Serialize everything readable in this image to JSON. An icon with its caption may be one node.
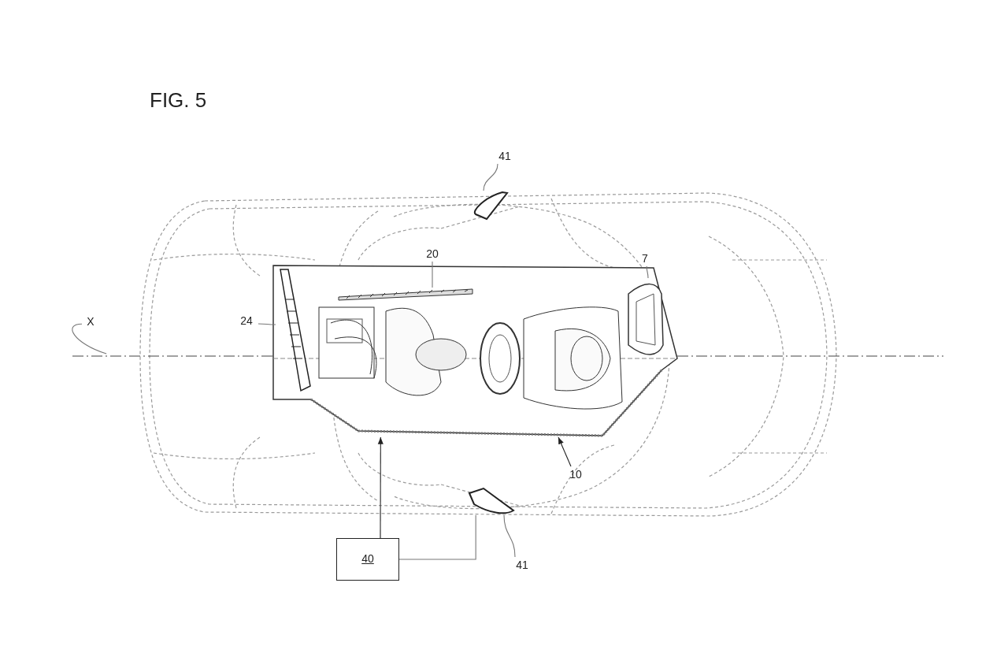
{
  "diagram": {
    "title": "FIG. 5",
    "nodes": [
      {
        "text": [
          "41"
        ]
      },
      {
        "text": [],
        "shape": "picture"
      },
      {
        "text": [
          "20"
        ]
      },
      {
        "text": [
          "7"
        ]
      },
      {
        "text": [
          "24"
        ]
      },
      {
        "text": [
          "X"
        ]
      },
      {
        "text": [],
        "shape": "line"
      },
      {
        "text": [],
        "shape": "picture"
      },
      {
        "text": [],
        "shape": "picture",
        "in": 7
      },
      {
        "text": [],
        "shape": "picture",
        "in": 7
      },
      {
        "text": [],
        "shape": "picture",
        "in": 7
      },
      {
        "text": [
          "10"
        ]
      },
      {
        "text": [],
        "shape": "picture"
      },
      {
        "text": [
          "41"
        ]
      },
      {
        "text": [
          "40"
        ]
      }
    ],
    "edges": [
      {
        "from": 0,
        "to": 1,
        "arrow": "none"
      },
      {
        "from": 2,
        "to": 9,
        "arrow": "none"
      },
      {
        "from": 3,
        "to": 10,
        "arrow": "none"
      },
      {
        "from": 4,
        "to": 8,
        "arrow": "none"
      },
      {
        "from": 5,
        "to": 6,
        "arrow": "none"
      },
      {
        "from": 11,
        "to": 7,
        "arrow": "to"
      },
      {
        "from": 13,
        "to": 12,
        "arrow": "none"
      },
      {
        "from": 14,
        "to": 7,
        "arrow": "to"
      },
      {
        "from": 14,
        "to": 12,
        "arrow": "none"
      }
    ]
  }
}
